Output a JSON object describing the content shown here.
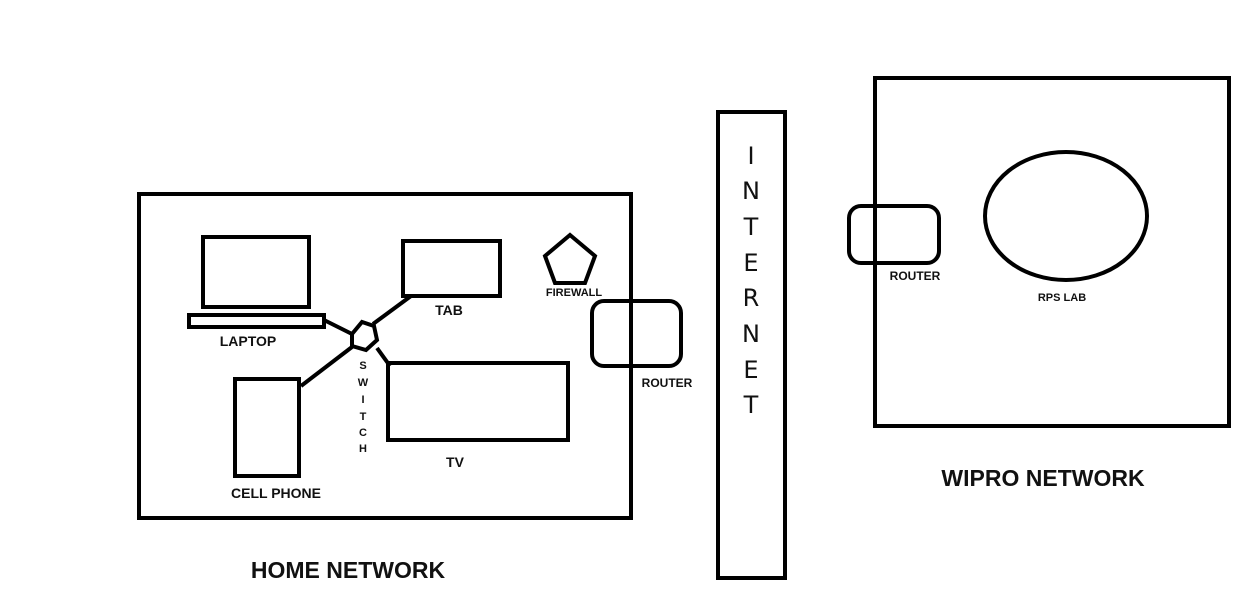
{
  "home_network": {
    "title": "HOME NETWORK",
    "laptop": "LAPTOP",
    "tab": "TAB",
    "firewall": "FIREWALL",
    "switch_letters": [
      "S",
      "W",
      "I",
      "T",
      "C",
      "H"
    ],
    "tv": "TV",
    "cell_phone": "CELL PHONE",
    "router": "ROUTER"
  },
  "internet": {
    "letters": [
      "I",
      "N",
      "T",
      "E",
      "R",
      "N",
      "E",
      "T"
    ]
  },
  "wipro_network": {
    "title": "WIPRO NETWORK",
    "router": "ROUTER",
    "lab": "RPS LAB"
  }
}
